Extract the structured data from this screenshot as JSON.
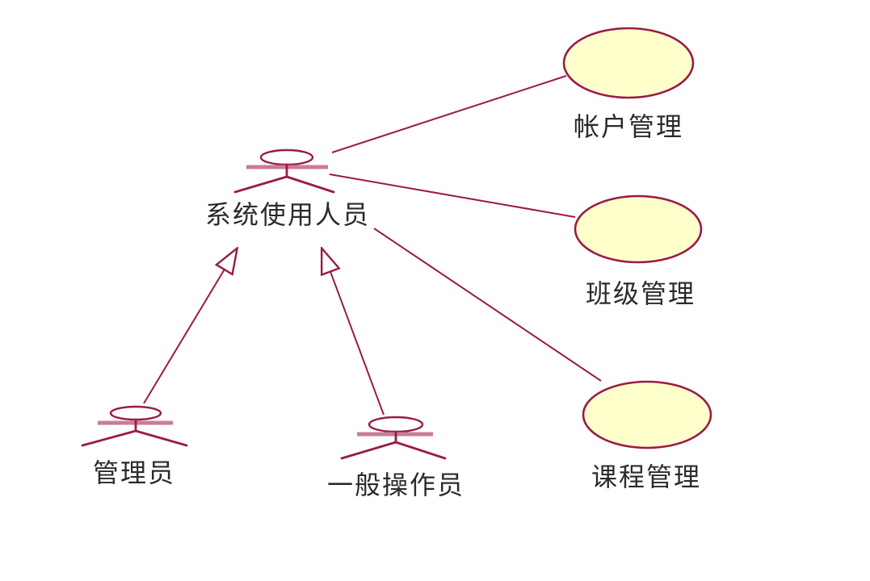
{
  "diagram": {
    "type": "uml-use-case-diagram",
    "colors": {
      "background": "#ffffff",
      "stroke": "#9a1b45",
      "usecase_fill": "#ffffcc",
      "label_text": "#2b2b2b"
    }
  },
  "actors": [
    {
      "id": "system-user",
      "label": "系统使用人员"
    },
    {
      "id": "administrator",
      "label": "管理员"
    },
    {
      "id": "general-operator",
      "label": "一般操作员"
    }
  ],
  "use_cases": [
    {
      "id": "account-management",
      "label": "帐户管理"
    },
    {
      "id": "class-management",
      "label": "班级管理"
    },
    {
      "id": "course-management",
      "label": "课程管理"
    }
  ],
  "relationships": {
    "associations": [
      {
        "from": "系统使用人员",
        "to": "帐户管理"
      },
      {
        "from": "系统使用人员",
        "to": "班级管理"
      },
      {
        "from": "系统使用人员",
        "to": "课程管理"
      }
    ],
    "generalizations": [
      {
        "from": "管理员",
        "to": "系统使用人员"
      },
      {
        "from": "一般操作员",
        "to": "系统使用人员"
      }
    ]
  }
}
